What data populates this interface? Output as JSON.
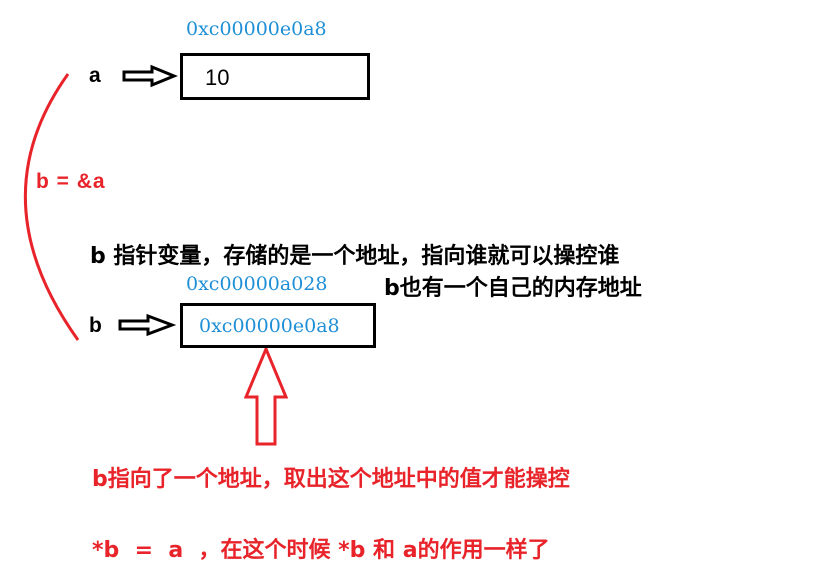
{
  "var_a": {
    "name": "a",
    "address": "0xc00000e0a8",
    "value": "10"
  },
  "var_b": {
    "name": "b",
    "address": "0xc00000a028",
    "value": "0xc00000e0a8"
  },
  "assignment": "b = &a",
  "notes": {
    "pointer_explanation": "b 指针变量，存储的是一个地址，指向谁就可以操控谁",
    "own_address": "b也有一个自己的内存地址",
    "deref_explanation": "b指向了一个地址，取出这个地址中的值才能操控",
    "equivalence": "*b  =  a  ，在这个时候 *b 和 a的作用一样了"
  },
  "colors": {
    "address_blue": "#1e8fd6",
    "annotation_red": "#e8232a",
    "text_black": "#000000"
  }
}
